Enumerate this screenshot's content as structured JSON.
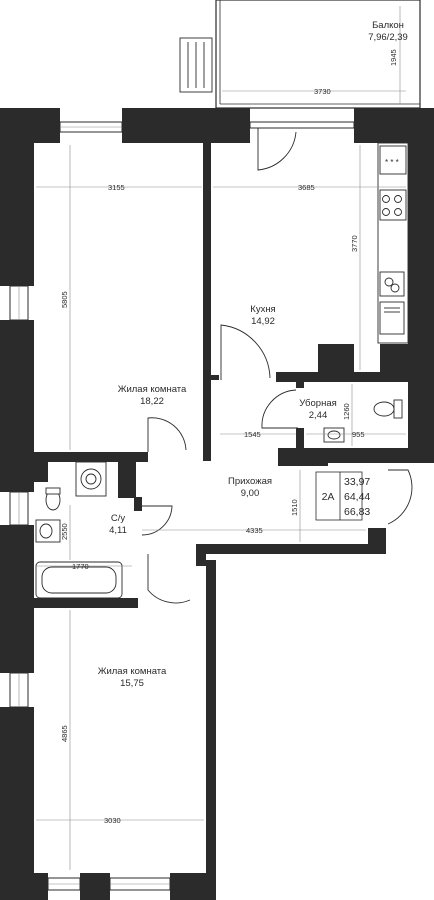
{
  "rooms": {
    "balcony": {
      "name": "Балкон",
      "area": "7,96/2,39"
    },
    "kitchen": {
      "name": "Кухня",
      "area": "14,92"
    },
    "living1": {
      "name": "Жилая комната",
      "area": "18,22"
    },
    "toilet": {
      "name": "Уборная",
      "area": "2,44"
    },
    "hall": {
      "name": "Прихожая",
      "area": "9,00"
    },
    "bath": {
      "name": "С/у",
      "area": "4,11"
    },
    "living2": {
      "name": "Жилая комната",
      "area": "15,75"
    }
  },
  "dimensions": {
    "balcony_width": "3730",
    "balcony_depth": "1945",
    "living1_width": "3155",
    "kitchen_width": "3685",
    "living1_depth": "5805",
    "kitchen_depth": "3770",
    "toilet_depth": "1260",
    "corridor_width": "1545",
    "toilet_width": "955",
    "hall_depth": "1510",
    "hall_width": "4335",
    "bath_depth": "2550",
    "bath_width": "1770",
    "living2_depth": "4865",
    "living2_width": "3030"
  },
  "apartment": {
    "type": "2А",
    "area_living": "33,97",
    "area_total": "64,44",
    "area_with_balcony": "66,83"
  },
  "colors": {
    "wall": "#2b2b2b",
    "background": "#ffffff",
    "dimension_line": "#8c8c8c"
  }
}
